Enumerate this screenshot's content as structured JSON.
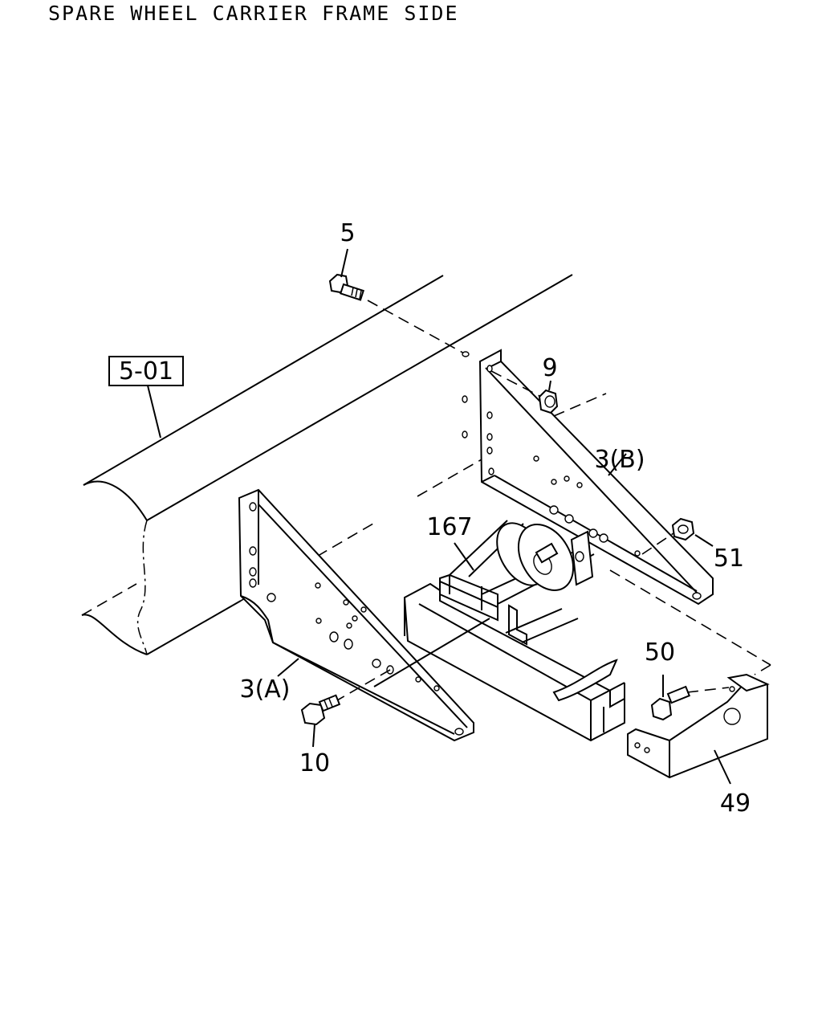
{
  "title": "SPARE WHEEL CARRIER FRAME SIDE",
  "callouts": {
    "ref_frame": "5-01",
    "bolt_top": "5",
    "collar": "9",
    "bracket_b": "3(B)",
    "nut": "51",
    "carrier": "167",
    "bolt_right": "50",
    "bracket_a": "3(A)",
    "bolt_bottom": "10",
    "guard": "49"
  }
}
